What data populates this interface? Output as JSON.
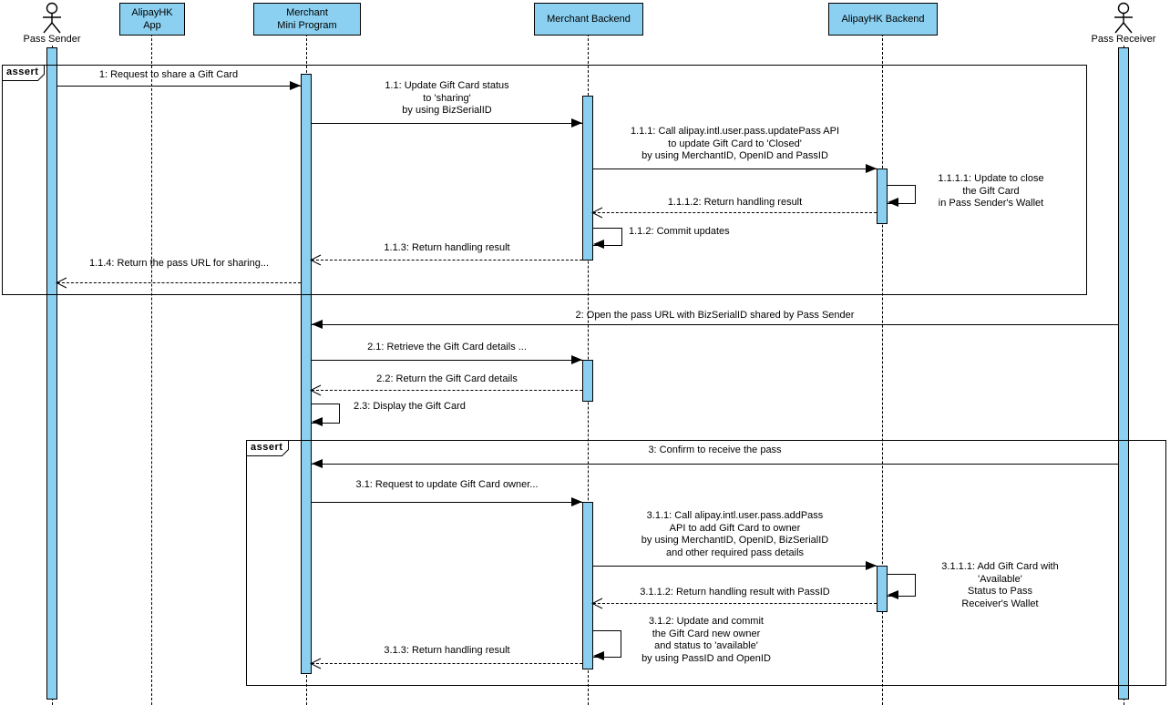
{
  "colors": {
    "participant_fill": "#8BD0F0",
    "line": "#000000",
    "frame_label_bg": "#FFFFFF",
    "background": "#FFFFFF"
  },
  "participants": [
    {
      "id": "pass-sender",
      "type": "actor",
      "name": "Pass Sender"
    },
    {
      "id": "alipayhk-app",
      "type": "object",
      "name": "AlipayHK\nApp"
    },
    {
      "id": "merchant-mini-program",
      "type": "object",
      "name": "Merchant\nMini Program"
    },
    {
      "id": "merchant-backend",
      "type": "object",
      "name": "Merchant Backend"
    },
    {
      "id": "alipayhk-backend",
      "type": "object",
      "name": "AlipayHK Backend"
    },
    {
      "id": "pass-receiver",
      "type": "actor",
      "name": "Pass Receiver"
    }
  ],
  "frames": [
    {
      "operator": "assert"
    },
    {
      "operator": "assert"
    }
  ],
  "messages": [
    {
      "id": "1",
      "label": "1: Request to share a Gift Card"
    },
    {
      "id": "1.1",
      "label": "1.1: Update Gift Card status\nto 'sharing'\nby using BizSerialID"
    },
    {
      "id": "1.1.1",
      "label": "1.1.1: Call alipay.intl.user.pass.updatePass API\nto update Gift Card to 'Closed'\nby using MerchantID, OpenID and PassID"
    },
    {
      "id": "1.1.1.1",
      "label": "1.1.1.1: Update to close\nthe Gift Card\nin Pass Sender's Wallet"
    },
    {
      "id": "1.1.1.2",
      "label": "1.1.1.2: Return handling result"
    },
    {
      "id": "1.1.2",
      "label": "1.1.2: Commit updates"
    },
    {
      "id": "1.1.3",
      "label": "1.1.3: Return handling result"
    },
    {
      "id": "1.1.4",
      "label": "1.1.4: Return the pass URL for sharing..."
    },
    {
      "id": "2",
      "label": "2: Open the pass URL with BizSerialID shared by Pass Sender"
    },
    {
      "id": "2.1",
      "label": "2.1: Retrieve the Gift Card details ..."
    },
    {
      "id": "2.2",
      "label": "2.2: Return the Gift Card details"
    },
    {
      "id": "2.3",
      "label": "2.3: Display the Gift Card"
    },
    {
      "id": "3",
      "label": "3: Confirm to receive the pass"
    },
    {
      "id": "3.1",
      "label": "3.1: Request to update Gift Card owner..."
    },
    {
      "id": "3.1.1",
      "label": "3.1.1: Call alipay.intl.user.pass.addPass\nAPI to add Gift Card to owner\nby using MerchantID, OpenID, BizSerialID\nand other required pass details"
    },
    {
      "id": "3.1.1.1",
      "label": "3.1.1.1: Add Gift Card with\n'Available'\nStatus to Pass\nReceiver's Wallet"
    },
    {
      "id": "3.1.1.2",
      "label": "3.1.1.2: Return handling result with PassID"
    },
    {
      "id": "3.1.2",
      "label": "3.1.2: Update and commit\nthe Gift Card new owner\nand status to 'available'\nby using PassID and OpenID"
    },
    {
      "id": "3.1.3",
      "label": "3.1.3: Return handling result"
    }
  ]
}
